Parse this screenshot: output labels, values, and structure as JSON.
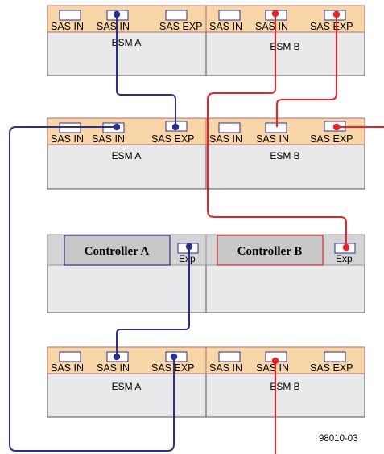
{
  "shelves": [
    {
      "id": "esm-shelf-1",
      "modules": [
        {
          "name": "ESM A",
          "ports": [
            "SAS IN",
            "SAS IN",
            "SAS EXP"
          ]
        },
        {
          "name": "ESM B",
          "ports": [
            "SAS IN",
            "SAS IN",
            "SAS EXP"
          ]
        }
      ]
    },
    {
      "id": "esm-shelf-2",
      "modules": [
        {
          "name": "ESM A",
          "ports": [
            "SAS IN",
            "SAS IN",
            "SAS EXP"
          ]
        },
        {
          "name": "ESM B",
          "ports": [
            "SAS IN",
            "SAS IN",
            "SAS EXP"
          ]
        }
      ]
    },
    {
      "id": "controller-shelf",
      "modules": [
        {
          "name": "Controller A",
          "port": "Exp"
        },
        {
          "name": "Controller B",
          "port": "Exp"
        }
      ]
    },
    {
      "id": "esm-shelf-3",
      "modules": [
        {
          "name": "ESM A",
          "ports": [
            "SAS IN",
            "SAS IN",
            "SAS EXP"
          ]
        },
        {
          "name": "ESM B",
          "ports": [
            "SAS IN",
            "SAS IN",
            "SAS EXP"
          ]
        }
      ]
    }
  ],
  "figure_id": "98010-03",
  "colors": {
    "esm_header": "#f8d6a8",
    "esm_border": "#b36a6a",
    "body_fill": "#e9e9ec",
    "controller_header": "#d4d4d4",
    "controller_box": "#c8c8c8",
    "controller_a_border": "#2b2e8c",
    "controller_b_border": "#d8292f",
    "cable_a": "#2b2e8c",
    "cable_b": "#e8232a"
  }
}
